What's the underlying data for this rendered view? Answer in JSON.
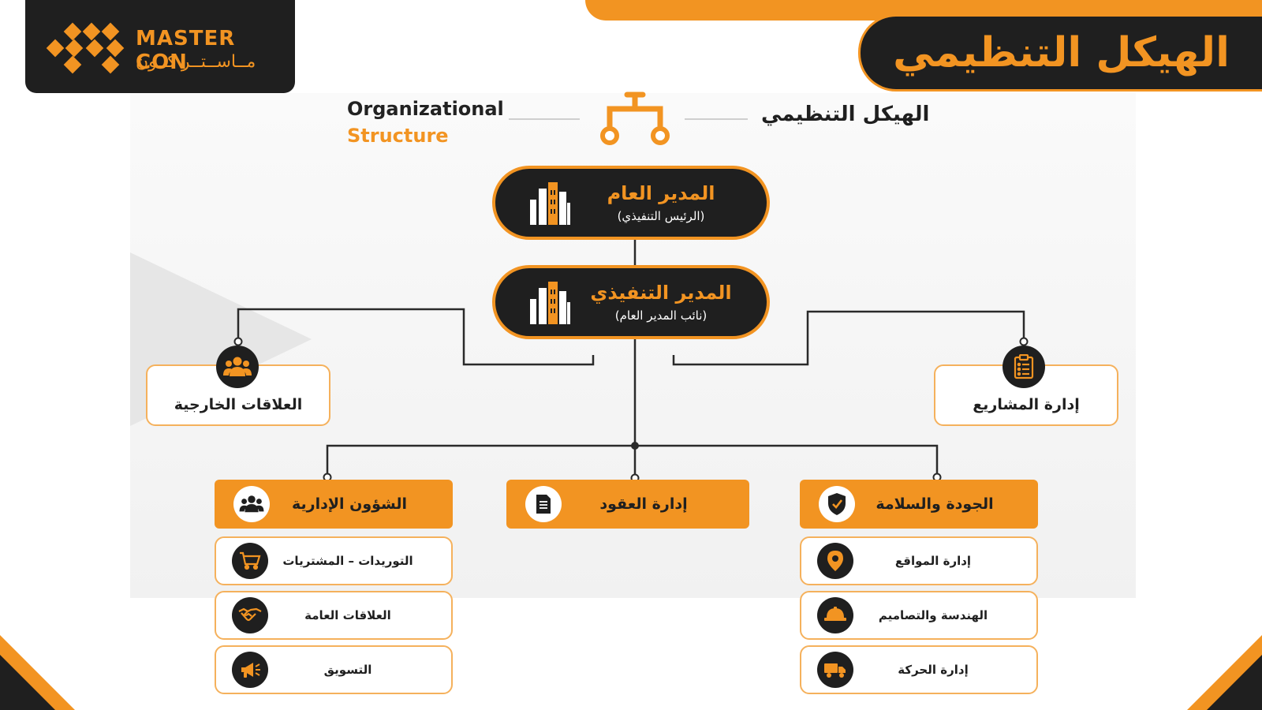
{
  "header": {
    "title": "الهيكل التنظيمي",
    "logo_en": "MASTER CON",
    "logo_ar": "مــاســتــر كــون"
  },
  "subtitle": {
    "en_line1": "Organizational",
    "en_line2": "Structure",
    "ar": "الهيكل التنظيمي"
  },
  "colors": {
    "accent": "#f29422",
    "dark": "#1f1f1f",
    "border": "#f5b15c"
  },
  "nodes": {
    "gm": {
      "title": "المدير العام",
      "subtitle": "(الرئيس التنفيذي)",
      "icon": "buildings-icon"
    },
    "ceo": {
      "title": "المدير التنفيذي",
      "subtitle": "(نائب المدير العام)",
      "icon": "buildings-icon"
    },
    "external_relations": {
      "label": "العلاقات الخارجية",
      "icon": "group-icon"
    },
    "project_management": {
      "label": "إدارة المشاريع",
      "icon": "clipboard-icon"
    }
  },
  "departments": {
    "admin": {
      "label": "الشؤون الإدارية",
      "icon": "group-icon",
      "items": [
        {
          "label": "التوريدات – المشتريات",
          "icon": "cart-icon"
        },
        {
          "label": "العلاقات العامة",
          "icon": "handshake-icon"
        },
        {
          "label": "التسويق",
          "icon": "megaphone-icon"
        }
      ]
    },
    "contracts": {
      "label": "إدارة العقود",
      "icon": "document-icon"
    },
    "quality": {
      "label": "الجودة والسلامة",
      "icon": "shield-check-icon",
      "items": [
        {
          "label": "إدارة المواقع",
          "icon": "location-pin-icon"
        },
        {
          "label": "الهندسة والتصاميم",
          "icon": "hard-hat-icon"
        },
        {
          "label": "إدارة الحركة",
          "icon": "truck-icon"
        }
      ]
    }
  }
}
